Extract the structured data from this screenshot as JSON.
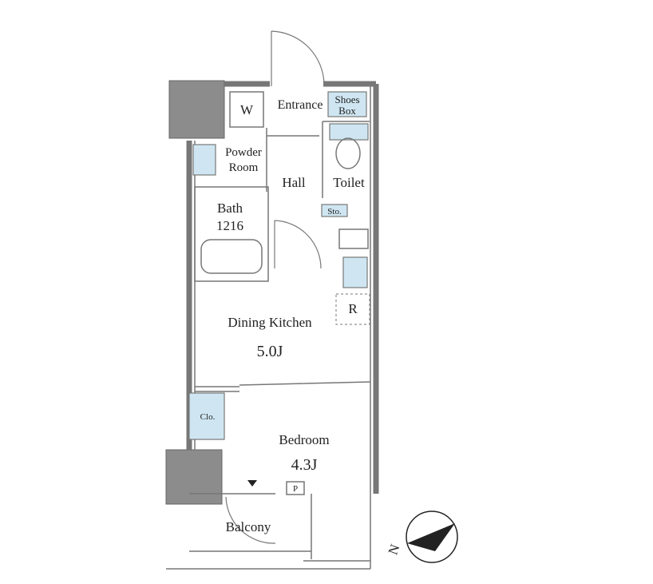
{
  "colors": {
    "wall": "#777777",
    "storage_fill": "#cfe6f2",
    "shaft_fill": "#8c8c8c",
    "text": "#222222"
  },
  "rooms": {
    "entrance": "Entrance",
    "shoes_box_line1": "Shoes",
    "shoes_box_line2": "Box",
    "washer": "W",
    "powder_room_line1": "Powder",
    "powder_room_line2": "Room",
    "hall": "Hall",
    "toilet": "Toilet",
    "storage": "Sto.",
    "bath": "Bath",
    "bath_size": "1216",
    "refrigerator": "R",
    "dining_kitchen": "Dining Kitchen",
    "dining_kitchen_size": "5.0J",
    "closet": "Clo.",
    "bedroom": "Bedroom",
    "bedroom_size": "4.3J",
    "pipe_space": "P",
    "balcony": "Balcony"
  },
  "compass": {
    "north_label": "N",
    "icon": "compass-icon"
  }
}
